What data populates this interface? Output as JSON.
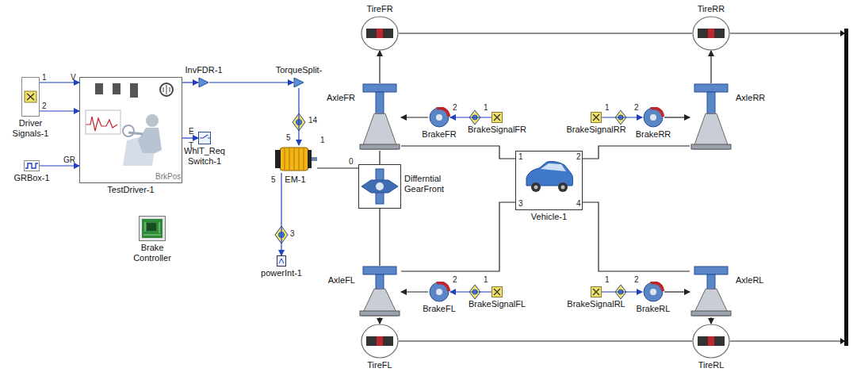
{
  "diagram": {
    "nodes": [
      {
        "text": [
          "Driver Signals-1"
        ]
      },
      {
        "text": [
          "GRBox-1"
        ]
      },
      {
        "text": [
          "TestDriver-1"
        ]
      },
      {
        "text": [
          "InvFDR-1"
        ]
      },
      {
        "text": [
          "WhlT_Req Switch-1"
        ]
      },
      {
        "text": [
          "TorqueSplit-"
        ]
      },
      {
        "text": [
          "EM-1"
        ]
      },
      {
        "text": [
          "powerInt-1"
        ]
      },
      {
        "text": [
          "Brake Controller"
        ]
      },
      {
        "text": [
          "TireFR"
        ]
      },
      {
        "text": [
          "TireRR"
        ]
      },
      {
        "text": [
          "AxleFR"
        ]
      },
      {
        "text": [
          "BrakeFR"
        ]
      },
      {
        "text": [
          "BrakeSignalFR"
        ]
      },
      {
        "text": [
          "BrakeSignalRR"
        ]
      },
      {
        "text": [
          "BrakeRR"
        ]
      },
      {
        "text": [
          "AxleRR"
        ]
      },
      {
        "text": [
          "Differntial GearFront"
        ]
      },
      {
        "text": [
          "Vehicle-1"
        ]
      },
      {
        "text": [
          "AxleFL"
        ]
      },
      {
        "text": [
          "BrakeFL"
        ]
      },
      {
        "text": [
          "BrakeSignalFL"
        ]
      },
      {
        "text": [
          "BrakeSignalRL"
        ]
      },
      {
        "text": [
          "BrakeRL"
        ]
      },
      {
        "text": [
          "AxleRL"
        ]
      },
      {
        "text": [
          "TireFL"
        ]
      },
      {
        "text": [
          "TireRL"
        ]
      }
    ],
    "edges": [
      {
        "from": 0,
        "to": 2,
        "arrow": "to"
      },
      {
        "from": 0,
        "to": 2,
        "arrow": "to"
      },
      {
        "from": 1,
        "to": 2,
        "arrow": "to"
      },
      {
        "from": 2,
        "to": 3,
        "arrow": "to"
      },
      {
        "from": 2,
        "to": 4,
        "arrow": "to"
      },
      {
        "from": 3,
        "to": 5,
        "arrow": "to"
      },
      {
        "from": 5,
        "to": 6,
        "arrow": "to"
      },
      {
        "from": 6,
        "to": 17,
        "arrow": "none"
      },
      {
        "from": 6,
        "to": 7,
        "arrow": "to"
      },
      {
        "from": 11,
        "to": 9,
        "arrow": "to"
      },
      {
        "from": 16,
        "to": 10,
        "arrow": "to"
      },
      {
        "from": 12,
        "to": 11,
        "arrow": "to"
      },
      {
        "from": 13,
        "to": 12,
        "arrow": "to"
      },
      {
        "from": 14,
        "to": 15,
        "arrow": "to"
      },
      {
        "from": 15,
        "to": 16,
        "arrow": "to"
      },
      {
        "from": 17,
        "to": 11,
        "arrow": "none"
      },
      {
        "from": 17,
        "to": 19,
        "arrow": "none"
      },
      {
        "from": 18,
        "to": 11,
        "arrow": "none"
      },
      {
        "from": 18,
        "to": 16,
        "arrow": "none"
      },
      {
        "from": 18,
        "to": 19,
        "arrow": "none"
      },
      {
        "from": 18,
        "to": 24,
        "arrow": "none"
      },
      {
        "from": 19,
        "to": 25,
        "arrow": "to"
      },
      {
        "from": 24,
        "to": 26,
        "arrow": "to"
      },
      {
        "from": 20,
        "to": 19,
        "arrow": "to"
      },
      {
        "from": 21,
        "to": 20,
        "arrow": "to"
      },
      {
        "from": 22,
        "to": 23,
        "arrow": "to"
      },
      {
        "from": 23,
        "to": 24,
        "arrow": "to"
      },
      {
        "from": 9,
        "to": 10,
        "arrow": "none"
      },
      {
        "from": 25,
        "to": 26,
        "arrow": "none"
      }
    ],
    "labels": [
      "1",
      "2",
      "V",
      "GR",
      "E",
      "T",
      "BrkPos",
      "14",
      "5",
      "1",
      "0",
      "5",
      "3",
      "1",
      "2",
      "3",
      "4",
      "2",
      "1",
      "1",
      "2",
      "2",
      "1",
      "1",
      "2"
    ]
  }
}
